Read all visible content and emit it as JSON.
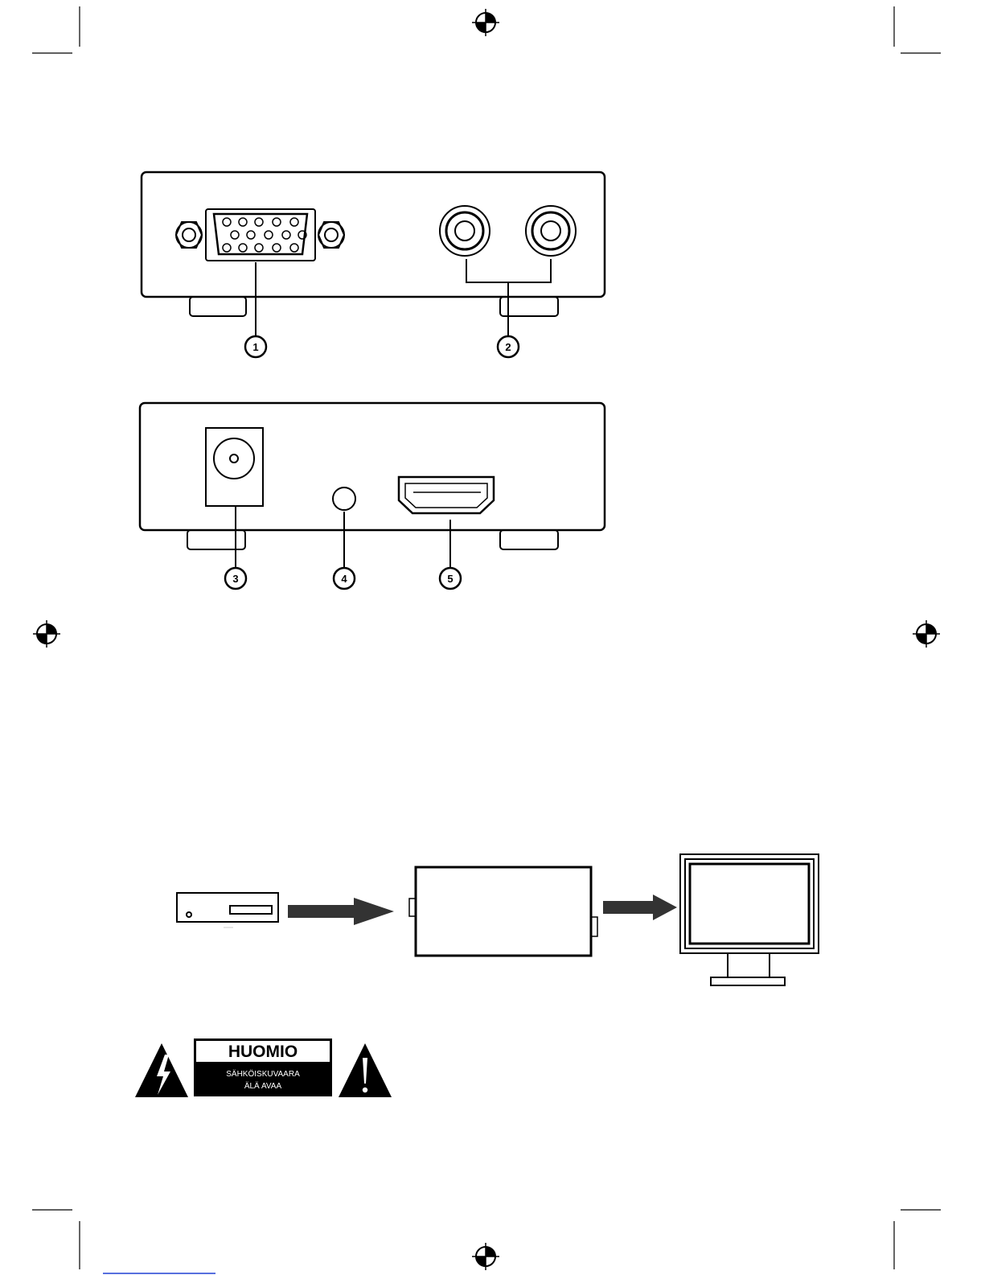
{
  "callouts": [
    "1",
    "2",
    "3",
    "4",
    "5"
  ],
  "warning": {
    "title": "HUOMIO",
    "line1": "SÄHKÖISKUVAARA",
    "line2": "ÄLÄ AVAA"
  },
  "colors": {
    "ink": "#000000",
    "paper": "#ffffff",
    "link_line": "#1f3fd4"
  }
}
